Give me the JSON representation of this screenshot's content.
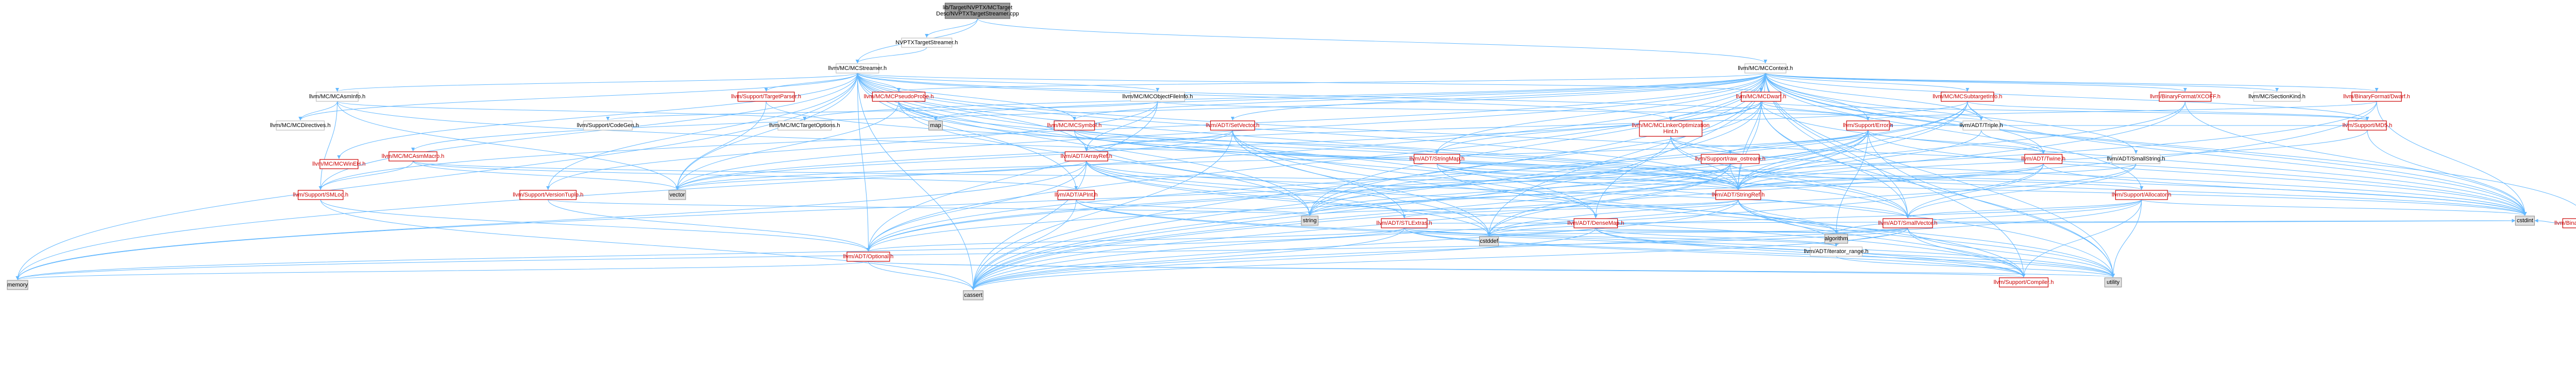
{
  "colors": {
    "edge": "#63B8FF",
    "root_fill": "#999999",
    "root_border": "#666666",
    "node_fill": "#ffffff",
    "node_border": "#bfbfbf",
    "ext_fill": "#e0e0e0",
    "ext_border": "#999999",
    "linked_text": "#000000",
    "red_text": "#cc0000"
  },
  "graph": {
    "nodes": [
      {
        "id": "root",
        "label": "lib/Target/NVPTX/MCTarget\nDesc/NVPTXTargetStreamer.cpp",
        "kind": "root"
      },
      {
        "id": "nvptxts",
        "label": "NVPTXTargetStreamer.h",
        "kind": "normal"
      },
      {
        "id": "mcstreamer",
        "label": "llvm/MC/MCStreamer.h",
        "kind": "normal"
      },
      {
        "id": "mccontext",
        "label": "llvm/MC/MCContext.h",
        "kind": "normal"
      },
      {
        "id": "mcasminfo",
        "label": "llvm/MC/MCAsmInfo.h",
        "kind": "normal"
      },
      {
        "id": "mcdirectives",
        "label": "llvm/MC/MCDirectives.h",
        "kind": "normal"
      },
      {
        "id": "mcwinehv",
        "label": "llvm/MC/MCWinEH.h",
        "kind": "red"
      },
      {
        "id": "supsmloc",
        "label": "llvm/Support/SMLoc.h",
        "kind": "red"
      },
      {
        "id": "suptargetparser",
        "label": "llvm/Support/TargetParser.h",
        "kind": "red"
      },
      {
        "id": "mcpseudoprobe",
        "label": "llvm/MC/MCPseudoProbe.h",
        "kind": "red"
      },
      {
        "id": "map",
        "label": "map",
        "kind": "ext"
      },
      {
        "id": "mcobjfileinfo",
        "label": "llvm/MC/MCObjectFileInfo.h",
        "kind": "normal"
      },
      {
        "id": "supcodegen",
        "label": "llvm/Support/CodeGen.h",
        "kind": "normal"
      },
      {
        "id": "mctargetoptions",
        "label": "llvm/MC/MCTargetOptions.h",
        "kind": "normal"
      },
      {
        "id": "mcsymbol",
        "label": "llvm/MC/MCSymbol.h",
        "kind": "red"
      },
      {
        "id": "mcasmmacro",
        "label": "llvm/MC/MCAsmMacro.h",
        "kind": "red"
      },
      {
        "id": "supversiontuple",
        "label": "llvm/Support/VersionTuple.h",
        "kind": "red"
      },
      {
        "id": "vector",
        "label": "vector",
        "kind": "ext"
      },
      {
        "id": "mcdwarf",
        "label": "llvm/MC/MCDwarf.h",
        "kind": "red"
      },
      {
        "id": "adtsetvector",
        "label": "llvm/ADT/SetVector.h",
        "kind": "red"
      },
      {
        "id": "adtarrayref",
        "label": "llvm/ADT/ArrayRef.h",
        "kind": "red"
      },
      {
        "id": "adtapint",
        "label": "llvm/ADT/APInt.h",
        "kind": "red"
      },
      {
        "id": "mclinkeropt",
        "label": "llvm/MC/MCLinkerOptimization\nHint.h",
        "kind": "red"
      },
      {
        "id": "adtstringmap",
        "label": "llvm/ADT/StringMap.h",
        "kind": "red"
      },
      {
        "id": "supraw",
        "label": "llvm/Support/raw_ostream.h",
        "kind": "red"
      },
      {
        "id": "mcsubtarget",
        "label": "llvm/MC/MCSubtargetInfo.h",
        "kind": "red"
      },
      {
        "id": "supererror",
        "label": "llvm/Support/Error.h",
        "kind": "red"
      },
      {
        "id": "adttriple",
        "label": "llvm/ADT/Triple.h",
        "kind": "normal"
      },
      {
        "id": "adttwine",
        "label": "llvm/ADT/Twine.h",
        "kind": "red"
      },
      {
        "id": "adtsmallstring",
        "label": "llvm/ADT/SmallString.h",
        "kind": "normal"
      },
      {
        "id": "adtstringref",
        "label": "llvm/ADT/StringRef.h",
        "kind": "red"
      },
      {
        "id": "adtstlextras",
        "label": "llvm/ADT/STLExtras.h",
        "kind": "red"
      },
      {
        "id": "adtdensemap",
        "label": "llvm/ADT/DenseMap.h",
        "kind": "red"
      },
      {
        "id": "adtsmallvector",
        "label": "llvm/ADT/SmallVector.h",
        "kind": "red"
      },
      {
        "id": "adtiterrange",
        "label": "llvm/ADT/iterator_range.h",
        "kind": "normal"
      },
      {
        "id": "adtoptional",
        "label": "llvm/ADT/Optional.h",
        "kind": "red"
      },
      {
        "id": "string",
        "label": "string",
        "kind": "ext"
      },
      {
        "id": "cstddef",
        "label": "cstddef",
        "kind": "ext"
      },
      {
        "id": "algorithm",
        "label": "algorithm",
        "kind": "ext"
      },
      {
        "id": "memory",
        "label": "memory",
        "kind": "ext"
      },
      {
        "id": "cassert",
        "label": "cassert",
        "kind": "ext"
      },
      {
        "id": "supcompiler",
        "label": "llvm/Support/Compiler.h",
        "kind": "red"
      },
      {
        "id": "utility",
        "label": "utility",
        "kind": "ext"
      },
      {
        "id": "cstdint",
        "label": "cstdint",
        "kind": "ext"
      },
      {
        "id": "bfxcoff",
        "label": "llvm/BinaryFormat/XCOFF.h",
        "kind": "red"
      },
      {
        "id": "mcsectionkind",
        "label": "llvm/MC/SectionKind.h",
        "kind": "normal"
      },
      {
        "id": "bfdwarf",
        "label": "llvm/BinaryFormat/Dwarf.h",
        "kind": "red"
      },
      {
        "id": "supmd5",
        "label": "llvm/Support/MD5.h",
        "kind": "red"
      },
      {
        "id": "supallocator",
        "label": "llvm/Support/Allocator.h",
        "kind": "red"
      },
      {
        "id": "bfelf",
        "label": "llvm/BinaryFormat/ELF.h",
        "kind": "red"
      }
    ],
    "edges": [
      [
        "root",
        "nvptxts"
      ],
      [
        "root",
        "mcstreamer"
      ],
      [
        "root",
        "mccontext"
      ],
      [
        "nvptxts",
        "mcstreamer"
      ],
      [
        "mcstreamer",
        "mcasminfo"
      ],
      [
        "mcstreamer",
        "mcdirectives"
      ],
      [
        "mcstreamer",
        "mcwinehv"
      ],
      [
        "mcstreamer",
        "supsmloc"
      ],
      [
        "mcstreamer",
        "suptargetparser"
      ],
      [
        "mcstreamer",
        "mcpseudoprobe"
      ],
      [
        "mcstreamer",
        "mcobjfileinfo"
      ],
      [
        "mcstreamer",
        "mcsymbol"
      ],
      [
        "mcstreamer",
        "mcdwarf"
      ],
      [
        "mcstreamer",
        "adtarrayref"
      ],
      [
        "mcstreamer",
        "adtstringref"
      ],
      [
        "mcstreamer",
        "adtoptional"
      ],
      [
        "mcstreamer",
        "supversiontuple"
      ],
      [
        "mcstreamer",
        "vector"
      ],
      [
        "mcstreamer",
        "string"
      ],
      [
        "mcstreamer",
        "cstdint"
      ],
      [
        "mcstreamer",
        "memory"
      ],
      [
        "mcstreamer",
        "cassert"
      ],
      [
        "mcstreamer",
        "utility"
      ],
      [
        "mcstreamer",
        "adtsmallvector"
      ],
      [
        "mcstreamer",
        "mclinkeropt"
      ],
      [
        "mcstreamer",
        "supererror"
      ],
      [
        "mcstreamer",
        "adtdensemap"
      ],
      [
        "mcstreamer",
        "adtapint"
      ],
      [
        "mcasminfo",
        "mcdirectives"
      ],
      [
        "mcasminfo",
        "mctargetoptions"
      ],
      [
        "mcasminfo",
        "adtstringref"
      ],
      [
        "mcasminfo",
        "vector"
      ],
      [
        "mcasminfo",
        "supsmloc"
      ],
      [
        "mccontext",
        "mcasmmacro"
      ],
      [
        "mccontext",
        "mcdwarf"
      ],
      [
        "mccontext",
        "mcpseudoprobe"
      ],
      [
        "mccontext",
        "mcsubtarget"
      ],
      [
        "mccontext",
        "adttriple"
      ],
      [
        "mccontext",
        "adttwine"
      ],
      [
        "mccontext",
        "adtstringmap"
      ],
      [
        "mccontext",
        "adtsetvector"
      ],
      [
        "mccontext",
        "supererror"
      ],
      [
        "mccontext",
        "supmd5"
      ],
      [
        "mccontext",
        "supallocator"
      ],
      [
        "mccontext",
        "bfxcoff"
      ],
      [
        "mccontext",
        "mcsectionkind"
      ],
      [
        "mccontext",
        "bfdwarf"
      ],
      [
        "mccontext",
        "bfelf"
      ],
      [
        "mccontext",
        "adtsmallstring"
      ],
      [
        "mccontext",
        "adtstringref"
      ],
      [
        "mccontext",
        "adtdensemap"
      ],
      [
        "mccontext",
        "adtoptional"
      ],
      [
        "mccontext",
        "map"
      ],
      [
        "mccontext",
        "string"
      ],
      [
        "mccontext",
        "vector"
      ],
      [
        "mccontext",
        "memory"
      ],
      [
        "mccontext",
        "cassert"
      ],
      [
        "mccontext",
        "cstddef"
      ],
      [
        "mccontext",
        "cstdint"
      ],
      [
        "mccontext",
        "utility"
      ],
      [
        "mccontext",
        "supsmloc"
      ],
      [
        "mccontext",
        "mcsymbol"
      ],
      [
        "mccontext",
        "mctargetoptions"
      ],
      [
        "mccontext",
        "supcompiler"
      ],
      [
        "mccontext",
        "adtsmallvector"
      ],
      [
        "mcobjfileinfo",
        "adttriple"
      ],
      [
        "mcobjfileinfo",
        "supcodegen"
      ],
      [
        "mcobjfileinfo",
        "supversiontuple"
      ],
      [
        "mcobjfileinfo",
        "adtarrayref"
      ],
      [
        "mcobjfileinfo",
        "adtoptional"
      ],
      [
        "mcpseudoprobe",
        "map"
      ],
      [
        "mcpseudoprobe",
        "vector"
      ],
      [
        "mcpseudoprobe",
        "string"
      ],
      [
        "mcpseudoprobe",
        "adtsmallvector"
      ],
      [
        "mcpseudoprobe",
        "adtstringref"
      ],
      [
        "mcsymbol",
        "adtstringmap"
      ],
      [
        "mcsymbol",
        "adtstringref"
      ],
      [
        "mcsymbol",
        "cstddef"
      ],
      [
        "mcsymbol",
        "cstdint"
      ],
      [
        "mcsymbol",
        "adtpointerint"
      ],
      [
        "mcdwarf",
        "mclinkeropt"
      ],
      [
        "mcdwarf",
        "adtstringmap"
      ],
      [
        "mcdwarf",
        "adtstringref"
      ],
      [
        "mcdwarf",
        "adtsmallvector"
      ],
      [
        "mcdwarf",
        "adtmapvector"
      ],
      [
        "mcdwarf",
        "supererror"
      ],
      [
        "mcdwarf",
        "supmd5"
      ],
      [
        "mcdwarf",
        "string"
      ],
      [
        "mcdwarf",
        "vector"
      ],
      [
        "mcdwarf",
        "cassert"
      ],
      [
        "mcdwarf",
        "cstdint"
      ],
      [
        "mcdwarf",
        "utility"
      ],
      [
        "mcasmmacro",
        "adtapint"
      ],
      [
        "mcasmmacro",
        "adtstringref"
      ],
      [
        "mcasmmacro",
        "supsmloc"
      ],
      [
        "mcasmmacro",
        "vector"
      ],
      [
        "adtsetvector",
        "adtarrayref"
      ],
      [
        "adtsetvector",
        "adtdensemap"
      ],
      [
        "adtsetvector",
        "adtstlextras"
      ],
      [
        "adtsetvector",
        "supcompiler"
      ],
      [
        "adtsetvector",
        "cassert"
      ],
      [
        "adtsetvector",
        "cstddef"
      ],
      [
        "adtsetvector",
        "iterator"
      ],
      [
        "adtsetvector",
        "vector"
      ],
      [
        "adtarrayref",
        "adtstlextras"
      ],
      [
        "adtarrayref",
        "adtsmallvector"
      ],
      [
        "adtarrayref",
        "adtoptional"
      ],
      [
        "adtarrayref",
        "supcompiler"
      ],
      [
        "adtarrayref",
        "algorithm"
      ],
      [
        "adtarrayref",
        "cassert"
      ],
      [
        "adtarrayref",
        "cstddef"
      ],
      [
        "adtarrayref",
        "memory"
      ],
      [
        "adtarrayref",
        "vector"
      ],
      [
        "adtapint",
        "supcompiler"
      ],
      [
        "adtapint",
        "cassert"
      ],
      [
        "adtapint",
        "string"
      ],
      [
        "adtapint",
        "utility"
      ],
      [
        "mclinkeropt",
        "adtstringref"
      ],
      [
        "mclinkeropt",
        "adtsmallvector"
      ],
      [
        "mclinkeropt",
        "supraw"
      ],
      [
        "mclinkeropt",
        "cassert"
      ],
      [
        "mclinkeropt",
        "cstdint"
      ],
      [
        "adtstringmap",
        "adtstringref"
      ],
      [
        "adtstringmap",
        "supallocator"
      ],
      [
        "adtstringmap",
        "cstdint"
      ],
      [
        "adtstringmap",
        "utility"
      ],
      [
        "supraw",
        "adtstringref"
      ],
      [
        "supraw",
        "adtoptional"
      ],
      [
        "supraw",
        "cassert"
      ],
      [
        "supraw",
        "cstddef"
      ],
      [
        "supraw",
        "cstdint"
      ],
      [
        "supraw",
        "string"
      ],
      [
        "mcsubtarget",
        "adtarrayref"
      ],
      [
        "mcsubtarget",
        "adtoptional"
      ],
      [
        "mcsubtarget",
        "adtstringref"
      ],
      [
        "mcsubtarget",
        "adttriple"
      ],
      [
        "mcsubtarget",
        "supmd5"
      ],
      [
        "mcsubtarget",
        "cassert"
      ],
      [
        "mcsubtarget",
        "cstdint"
      ],
      [
        "mcsubtarget",
        "string"
      ],
      [
        "supererror",
        "adttwine"
      ],
      [
        "supererror",
        "supraw"
      ],
      [
        "supererror",
        "adtoptional"
      ],
      [
        "supererror",
        "adtstringref"
      ],
      [
        "supererror",
        "algorithm"
      ],
      [
        "supererror",
        "cassert"
      ],
      [
        "supererror",
        "cstdint"
      ],
      [
        "supererror",
        "memory"
      ],
      [
        "supererror",
        "string"
      ],
      [
        "supererror",
        "utility"
      ],
      [
        "supererror",
        "vector"
      ],
      [
        "adttriple",
        "adttwine"
      ],
      [
        "adttriple",
        "adtstringref"
      ],
      [
        "adttwine",
        "adtsmallvector"
      ],
      [
        "adttwine",
        "adtstringref"
      ],
      [
        "adttwine",
        "cassert"
      ],
      [
        "adttwine",
        "cstdint"
      ],
      [
        "adttwine",
        "string"
      ],
      [
        "adtsmallstring",
        "adtsmallvector"
      ],
      [
        "adtsmallstring",
        "adtstringref"
      ],
      [
        "adtsmallstring",
        "cstddef"
      ],
      [
        "adtstringref",
        "adtstlextras"
      ],
      [
        "adtstringref",
        "adtiterrange"
      ],
      [
        "adtstringref",
        "supcompiler"
      ],
      [
        "adtstringref",
        "algorithm"
      ],
      [
        "adtstringref",
        "cassert"
      ],
      [
        "adtstringref",
        "cstddef"
      ],
      [
        "adtstringref",
        "string"
      ],
      [
        "adtstringref",
        "utility"
      ],
      [
        "adtstlextras",
        "adtoptional"
      ],
      [
        "adtstlextras",
        "adtiterrange"
      ],
      [
        "adtstlextras",
        "supcompiler"
      ],
      [
        "adtstlextras",
        "algorithm"
      ],
      [
        "adtstlextras",
        "cassert"
      ],
      [
        "adtstlextras",
        "cstddef"
      ],
      [
        "adtstlextras",
        "cstdint"
      ],
      [
        "adtstlextras",
        "memory"
      ],
      [
        "adtstlextras",
        "utility"
      ],
      [
        "adtdensemap",
        "adtiterrange"
      ],
      [
        "adtdensemap",
        "supcompiler"
      ],
      [
        "adtdensemap",
        "algorithm"
      ],
      [
        "adtdensemap",
        "cassert"
      ],
      [
        "adtdensemap",
        "cstddef"
      ],
      [
        "adtdensemap",
        "utility"
      ],
      [
        "adtsmallvector",
        "adtiterrange"
      ],
      [
        "adtsmallvector",
        "supcompiler"
      ],
      [
        "adtsmallvector",
        "algorithm"
      ],
      [
        "adtsmallvector",
        "cassert"
      ],
      [
        "adtsmallvector",
        "cstddef"
      ],
      [
        "adtsmallvector",
        "cstdint"
      ],
      [
        "adtsmallvector",
        "memory"
      ],
      [
        "adtsmallvector",
        "utility"
      ],
      [
        "adtiterrange",
        "utility"
      ],
      [
        "adtoptional",
        "supcompiler"
      ],
      [
        "adtoptional",
        "cassert"
      ],
      [
        "adtoptional",
        "memory"
      ],
      [
        "adtoptional",
        "utility"
      ],
      [
        "supsmloc",
        "adtoptional"
      ],
      [
        "supsmloc",
        "cassert"
      ],
      [
        "supversiontuple",
        "adtoptional"
      ],
      [
        "supversiontuple",
        "string"
      ],
      [
        "suptargetparser",
        "adtstringref"
      ],
      [
        "suptargetparser",
        "vector"
      ],
      [
        "supmd5",
        "adtstringref"
      ],
      [
        "supmd5",
        "supererror"
      ],
      [
        "supmd5",
        "cstdint"
      ],
      [
        "supallocator",
        "adtsmallvector"
      ],
      [
        "supallocator",
        "supcompiler"
      ],
      [
        "supallocator",
        "algorithm"
      ],
      [
        "supallocator",
        "cassert"
      ],
      [
        "supallocator",
        "cstddef"
      ],
      [
        "supallocator",
        "cstdint"
      ],
      [
        "supallocator",
        "utility"
      ],
      [
        "bfxcoff",
        "adtstringref"
      ],
      [
        "bfxcoff",
        "cstddef"
      ],
      [
        "bfxcoff",
        "cstdint"
      ],
      [
        "bfdwarf",
        "adtoptional"
      ],
      [
        "bfdwarf",
        "supererror"
      ],
      [
        "bfdwarf",
        "cassert"
      ],
      [
        "bfdwarf",
        "cstdint"
      ],
      [
        "bfelf",
        "cstdint"
      ],
      [
        "bfelf",
        "cstring"
      ]
    ]
  }
}
